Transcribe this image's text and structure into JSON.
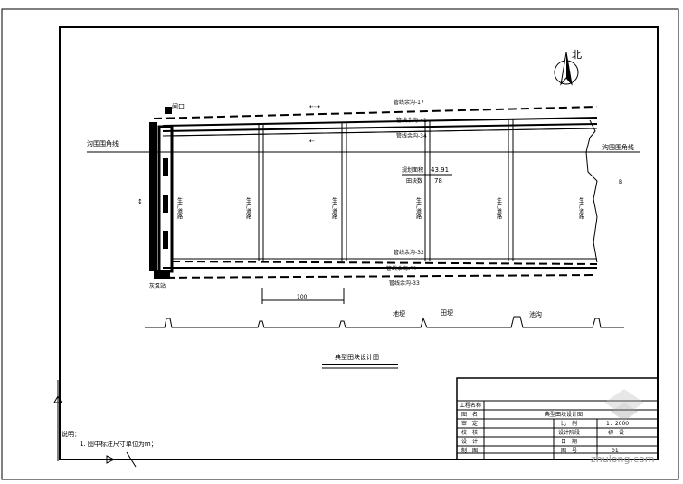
{
  "drawing": {
    "north_label": "北",
    "top_road": "管线余沟-17",
    "canal_left": "沟围围角线",
    "canal_right": "沟围围角线",
    "upper_ditch_1": "管线余沟-41",
    "upper_ditch_2": "管线余沟-34",
    "center_area_label": "规划面积",
    "center_area_value": "43.91",
    "center_count_label": "田块数",
    "center_count_value": "78",
    "gate_label": "闸口",
    "lower_ditch_1": "管线余沟-32",
    "lower_ditch_2": "管线余沟-31",
    "bottom_road": "管线余沟-33",
    "corner_label": "灰泵站",
    "dimension": "100",
    "ridge_label": "地埂",
    "field_label": "田埂",
    "ditch_label": "池沟",
    "right_mark": "B",
    "field_column_label": "生产道路",
    "main_title": "典型田块设计图"
  },
  "notes": {
    "heading": "说明：",
    "item1": "1. 图中标注尺寸单位为m；"
  },
  "title_block": {
    "project_name_label": "工程名称",
    "drawing_title_label": "图　名",
    "drawing_title_value": "典型田块设计图",
    "review_label": "审　定",
    "check_label": "校　核",
    "design_label": "设　计",
    "draw_label": "制　图",
    "scale_label": "比　例",
    "scale_value": "1：2000",
    "stage_label": "设计阶段",
    "stage_value": "初　设",
    "date_label": "日　期",
    "number_label": "图　号",
    "number_value": "01"
  },
  "watermark": {
    "site": "zhulong.com"
  }
}
